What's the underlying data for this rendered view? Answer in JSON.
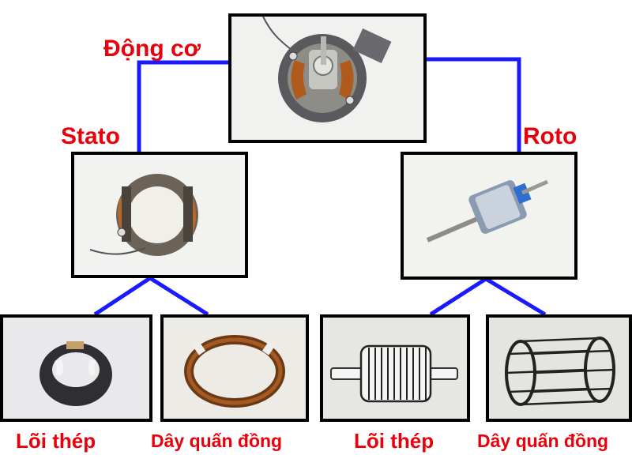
{
  "diagram": {
    "root": {
      "label": "Động cơ",
      "image": "motor-photo"
    },
    "stator": {
      "label": "Stato",
      "image": "stator-photo",
      "parts": [
        {
          "label": "Lõi thép",
          "image": "stator-core-photo"
        },
        {
          "label": "Dây quấn đồng",
          "image": "copper-coil-photo"
        }
      ]
    },
    "rotor": {
      "label": "Roto",
      "image": "rotor-photo",
      "parts": [
        {
          "label": "Lõi thép",
          "image": "rotor-core-drawing"
        },
        {
          "label": "Dây quấn đồng",
          "image": "squirrel-cage-drawing"
        }
      ]
    },
    "colors": {
      "connector": "#1a1aff",
      "label": "#e8000b",
      "frame": "#000000"
    }
  }
}
